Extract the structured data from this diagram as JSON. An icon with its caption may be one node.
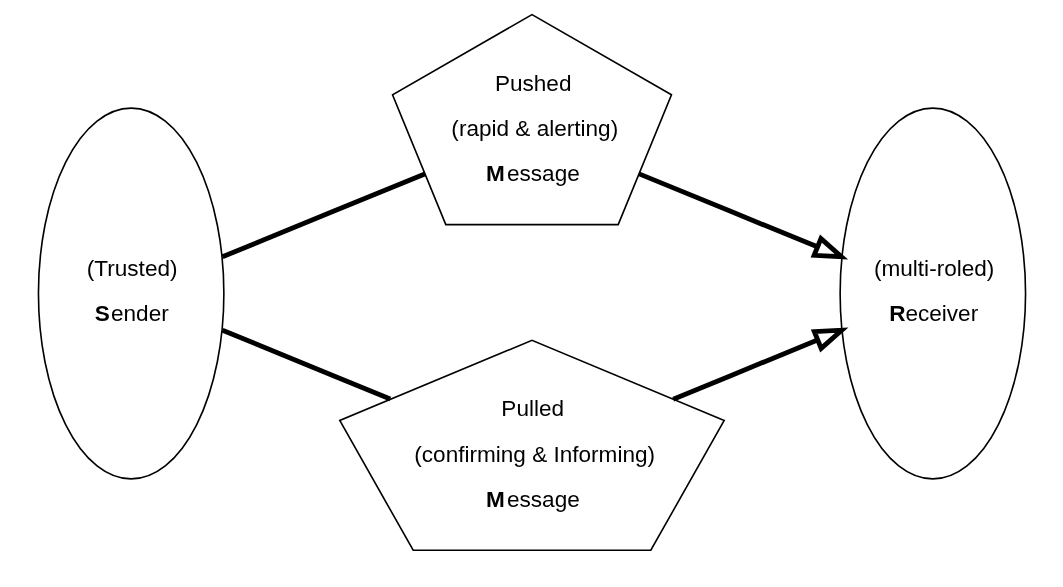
{
  "diagram": {
    "nodes": [
      {
        "text": [
          "(Trusted)",
          "**S**ender"
        ]
      },
      {
        "text": [
          "Pushed",
          "(rapid & alerting)",
          "**M**essage"
        ]
      },
      {
        "text": [
          "Pulled",
          "(confirming & Informing)",
          "**M**essage"
        ]
      },
      {
        "text": [
          "(multi-roled)",
          "**R**eceiver"
        ]
      }
    ],
    "edges": [
      {
        "from": 0,
        "to": 1,
        "arrow": "none"
      },
      {
        "from": 1,
        "to": 3,
        "arrow": "to"
      },
      {
        "from": 0,
        "to": 2,
        "arrow": "none"
      },
      {
        "from": 2,
        "to": 3,
        "arrow": "to"
      }
    ]
  }
}
